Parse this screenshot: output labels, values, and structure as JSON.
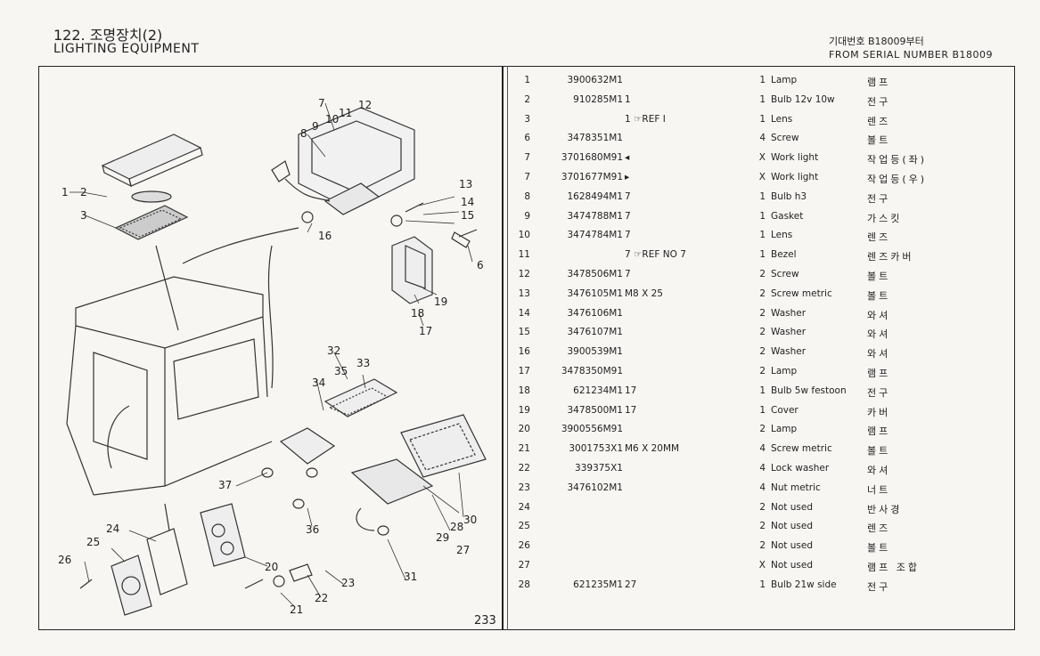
{
  "header": {
    "title_number": "122. 조명장치(2)",
    "title_english": "LIGHTING EQUIPMENT",
    "serial_korean": "기대번호 B18009부터",
    "serial_english": "FROM SERIAL NUMBER B18009"
  },
  "page_number": "233",
  "diagram_labels": [
    "1",
    "2",
    "3",
    "6",
    "7",
    "8",
    "9",
    "10",
    "11",
    "12",
    "13",
    "14",
    "15",
    "16",
    "17",
    "18",
    "19",
    "20",
    "21",
    "22",
    "23",
    "24",
    "25",
    "26",
    "27",
    "28",
    "29",
    "30",
    "31",
    "32",
    "33",
    "34",
    "35",
    "36",
    "37"
  ],
  "parts": [
    {
      "item": "1",
      "part": "3900632M1",
      "ref": "",
      "qty": "1",
      "desc": "Lamp",
      "ko": "램프"
    },
    {
      "item": "2",
      "part": "910285M1",
      "ref": "1",
      "qty": "1",
      "desc": "Bulb 12v 10w",
      "ko": "전구"
    },
    {
      "item": "3",
      "part": "",
      "ref": "1 ☞REF I",
      "qty": "1",
      "desc": "Lens",
      "ko": "렌즈"
    },
    {
      "item": "6",
      "part": "3478351M1",
      "ref": "",
      "qty": "4",
      "desc": "Screw",
      "ko": "볼트"
    },
    {
      "item": "7",
      "part": "3701680M91",
      "ref": "◂",
      "qty": "X",
      "desc": "Work light",
      "ko": "작업등(좌)"
    },
    {
      "item": "7",
      "part": "3701677M91",
      "ref": "▸",
      "qty": "X",
      "desc": "Work light",
      "ko": "작업등(우)"
    },
    {
      "item": "8",
      "part": "1628494M1",
      "ref": "7",
      "qty": "1",
      "desc": "Bulb h3",
      "ko": "전구"
    },
    {
      "item": "9",
      "part": "3474788M1",
      "ref": "7",
      "qty": "1",
      "desc": "Gasket",
      "ko": "가스킷"
    },
    {
      "item": "10",
      "part": "3474784M1",
      "ref": "7",
      "qty": "1",
      "desc": "Lens",
      "ko": "렌즈"
    },
    {
      "item": "11",
      "part": "",
      "ref": "7 ☞REF NO 7",
      "qty": "1",
      "desc": "Bezel",
      "ko": "렌즈카버"
    },
    {
      "item": "12",
      "part": "3478506M1",
      "ref": "7",
      "qty": "2",
      "desc": "Screw",
      "ko": "볼트"
    },
    {
      "item": "13",
      "part": "3476105M1",
      "ref": "M8 X 25",
      "qty": "2",
      "desc": "Screw metric",
      "ko": "볼트"
    },
    {
      "item": "14",
      "part": "3476106M1",
      "ref": "",
      "qty": "2",
      "desc": "Washer",
      "ko": "와셔"
    },
    {
      "item": "15",
      "part": "3476107M1",
      "ref": "",
      "qty": "2",
      "desc": "Washer",
      "ko": "와셔"
    },
    {
      "item": "16",
      "part": "3900539M1",
      "ref": "",
      "qty": "2",
      "desc": "Washer",
      "ko": "와셔"
    },
    {
      "item": "17",
      "part": "3478350M91",
      "ref": "",
      "qty": "2",
      "desc": "Lamp",
      "ko": "램프"
    },
    {
      "item": "18",
      "part": "621234M1",
      "ref": "17",
      "qty": "1",
      "desc": "Bulb 5w festoon",
      "ko": "전구"
    },
    {
      "item": "19",
      "part": "3478500M1",
      "ref": "17",
      "qty": "1",
      "desc": "Cover",
      "ko": "카버"
    },
    {
      "item": "20",
      "part": "3900556M91",
      "ref": "",
      "qty": "2",
      "desc": "Lamp",
      "ko": "램프"
    },
    {
      "item": "21",
      "part": "3001753X1",
      "ref": "M6 X 20MM",
      "qty": "4",
      "desc": "Screw metric",
      "ko": "볼트"
    },
    {
      "item": "22",
      "part": "339375X1",
      "ref": "",
      "qty": "4",
      "desc": "Lock washer",
      "ko": "와셔"
    },
    {
      "item": "23",
      "part": "3476102M1",
      "ref": "",
      "qty": "4",
      "desc": "Nut metric",
      "ko": "너트"
    },
    {
      "item": "24",
      "part": "",
      "ref": "",
      "qty": "2",
      "desc": "Not used",
      "ko": "반사경"
    },
    {
      "item": "25",
      "part": "",
      "ref": "",
      "qty": "2",
      "desc": "Not used",
      "ko": "렌즈"
    },
    {
      "item": "26",
      "part": "",
      "ref": "",
      "qty": "2",
      "desc": "Not used",
      "ko": "볼트"
    },
    {
      "item": "27",
      "part": "",
      "ref": "",
      "qty": "X",
      "desc": "Not used",
      "ko": "램프 조합"
    },
    {
      "item": "28",
      "part": "621235M1",
      "ref": "27",
      "qty": "1",
      "desc": "Bulb 21w side",
      "ko": "전구"
    }
  ]
}
